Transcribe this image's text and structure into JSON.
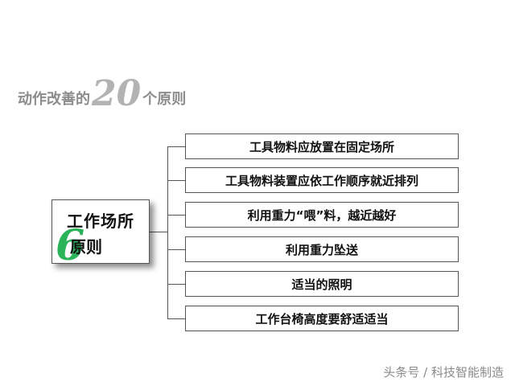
{
  "header": {
    "prefix": "动作改善的",
    "number": "20",
    "suffix": "个原则"
  },
  "main": {
    "line1": "工作场所",
    "digit": "6",
    "line2": "原则"
  },
  "items": [
    "工具物料应放置在固定场所",
    "工具物料装置应依工作顺序就近排列",
    "利用重力“喂”料，越近越好",
    "利用重力坠送",
    "适当的照明",
    "工作台椅高度要舒适适当"
  ],
  "watermark": "头条号 / 科技智能制造"
}
